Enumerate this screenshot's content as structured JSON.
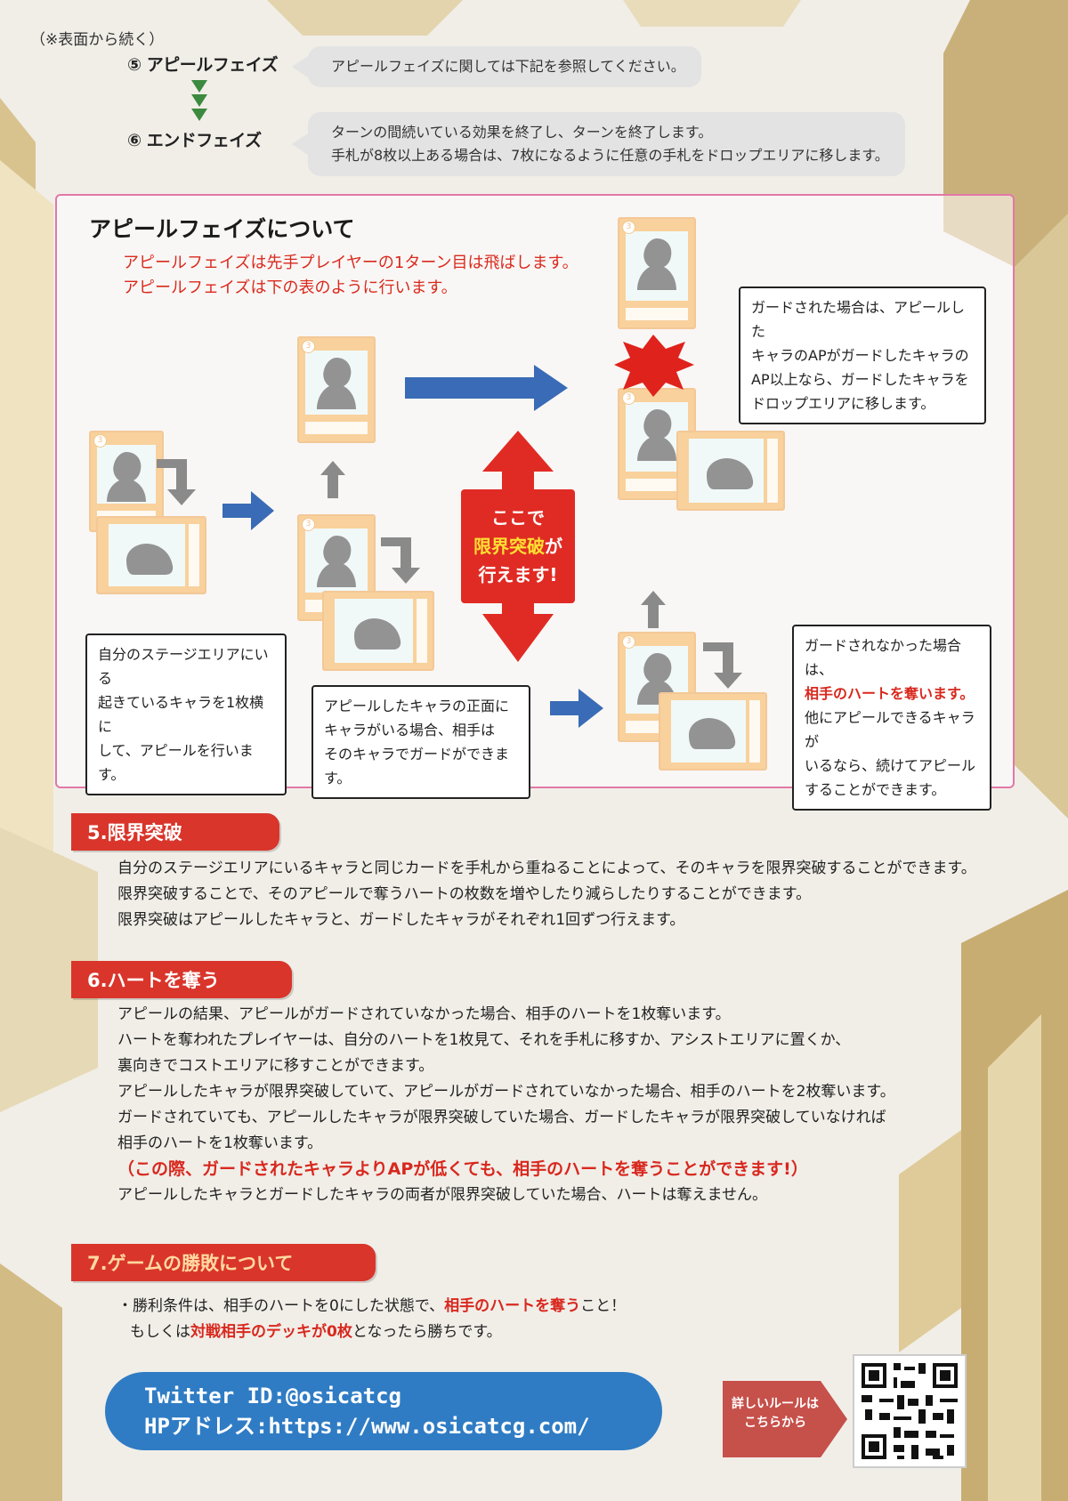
{
  "header": {
    "continued_note": "（※表面から続く）",
    "phase5_label": "⑤ アピールフェイズ",
    "phase5_desc": "アピールフェイズに関しては下記を参照してください。",
    "phase6_label": "⑥ エンドフェイズ",
    "phase6_desc_1": "ターンの間続いている効果を終了し、ターンを終了します。",
    "phase6_desc_2": "手札が8枚以上ある場合は、7枚になるように任意の手札をドロップエリアに移します。"
  },
  "appeal": {
    "title": "アピールフェイズについて",
    "note_1": "アピールフェイズは先手プレイヤーの1ターン目は飛ばします。",
    "note_2": "アピールフェイズは下の表のように行います。",
    "center_badge": [
      "ここで",
      "限界突破",
      "が",
      "行えます!"
    ],
    "box_left": [
      "自分のステージエリアにいる",
      "起きているキャラを1枚横に",
      "して、アピールを行います。"
    ],
    "box_mid": [
      "アピールしたキャラの正面に",
      "キャラがいる場合、相手は",
      "そのキャラでガードができます。"
    ],
    "box_guard": [
      "ガードされた場合は、アピールした",
      "キャラのAPがガードしたキャラの",
      "AP以上なら、ガードしたキャラを",
      "ドロップエリアに移します。"
    ],
    "box_noguard_1": "ガードされなかった場合は、",
    "box_noguard_2": "相手のハートを奪います。",
    "box_noguard_3": "他にアピールできるキャラが",
    "box_noguard_4": "いるなら、続けてアピール",
    "box_noguard_5": "することができます。",
    "card_number": "3"
  },
  "section5": {
    "heading": "5.限界突破",
    "lines": [
      "自分のステージエリアにいるキャラと同じカードを手札から重ねることによって、そのキャラを限界突破することができます。",
      "限界突破することで、そのアピールで奪うハートの枚数を増やしたり減らしたりすることができます。",
      "限界突破はアピールしたキャラと、ガードしたキャラがそれぞれ1回ずつ行えます。"
    ]
  },
  "section6": {
    "heading": "6.ハートを奪う",
    "lines": [
      "アピールの結果、アピールがガードされていなかった場合、相手のハートを1枚奪います。",
      "ハートを奪われたプレイヤーは、自分のハートを1枚見て、それを手札に移すか、アシストエリアに置くか、",
      "裏向きでコストエリアに移すことができます。",
      "アピールしたキャラが限界突破していて、アピールがガードされていなかった場合、相手のハートを2枚奪います。",
      "ガードされていても、アピールしたキャラが限界突破していた場合、ガードしたキャラが限界突破していなければ",
      "相手のハートを1枚奪います。"
    ],
    "highlight": "（この際、ガードされたキャラよりAPが低くても、相手のハートを奪うことができます!）",
    "last_line": "アピールしたキャラとガードしたキャラの両者が限界突破していた場合、ハートは奪えません。"
  },
  "section7": {
    "heading": "7.ゲームの勝敗について",
    "line1_a": "・勝利条件は、相手のハートを0にした状態で、",
    "line1_b": "相手のハートを奪う",
    "line1_c": "こと！",
    "line2_a": "もしくは",
    "line2_b": "対戦相手のデッキが0枚",
    "line2_c": "となったら勝ちです。"
  },
  "footer": {
    "twitter": "Twitter ID:@osicatcg",
    "hp": "HPアドレス:https://www.osicatcg.com/",
    "rules_arrow_1": "詳しいルールは",
    "rules_arrow_2": "こちらから"
  },
  "colors": {
    "accent_red": "#d9352b",
    "blue": "#2f7cc4",
    "card_orange": "#f29a25",
    "panel_border": "#e278a8"
  }
}
